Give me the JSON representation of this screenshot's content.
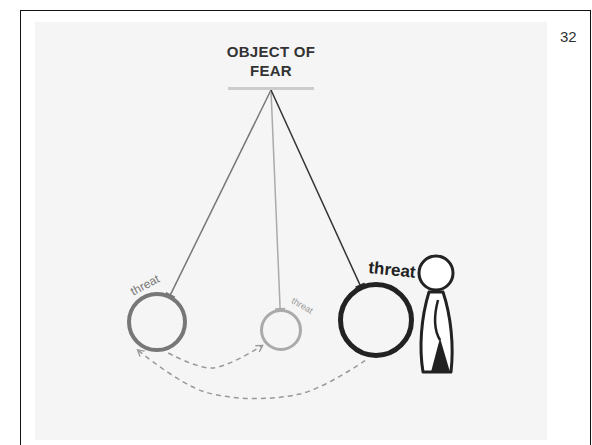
{
  "diagram": {
    "nodes": [
      {
        "text": [
          "OBJECT OF FEAR"
        ]
      },
      {
        "text": [
          "threat"
        ]
      },
      {
        "text": [
          "threat"
        ]
      },
      {
        "text": [
          "threat"
        ]
      }
    ],
    "edges": [
      {
        "from": 0,
        "to": 1,
        "arrow": "none"
      },
      {
        "from": 0,
        "to": 2,
        "arrow": "none"
      },
      {
        "from": 0,
        "to": 3,
        "arrow": "none"
      },
      {
        "from": 1,
        "to": 2,
        "arrow": "to"
      },
      {
        "from": 3,
        "to": 1,
        "arrow": "to"
      }
    ],
    "labels": [
      "32"
    ]
  }
}
